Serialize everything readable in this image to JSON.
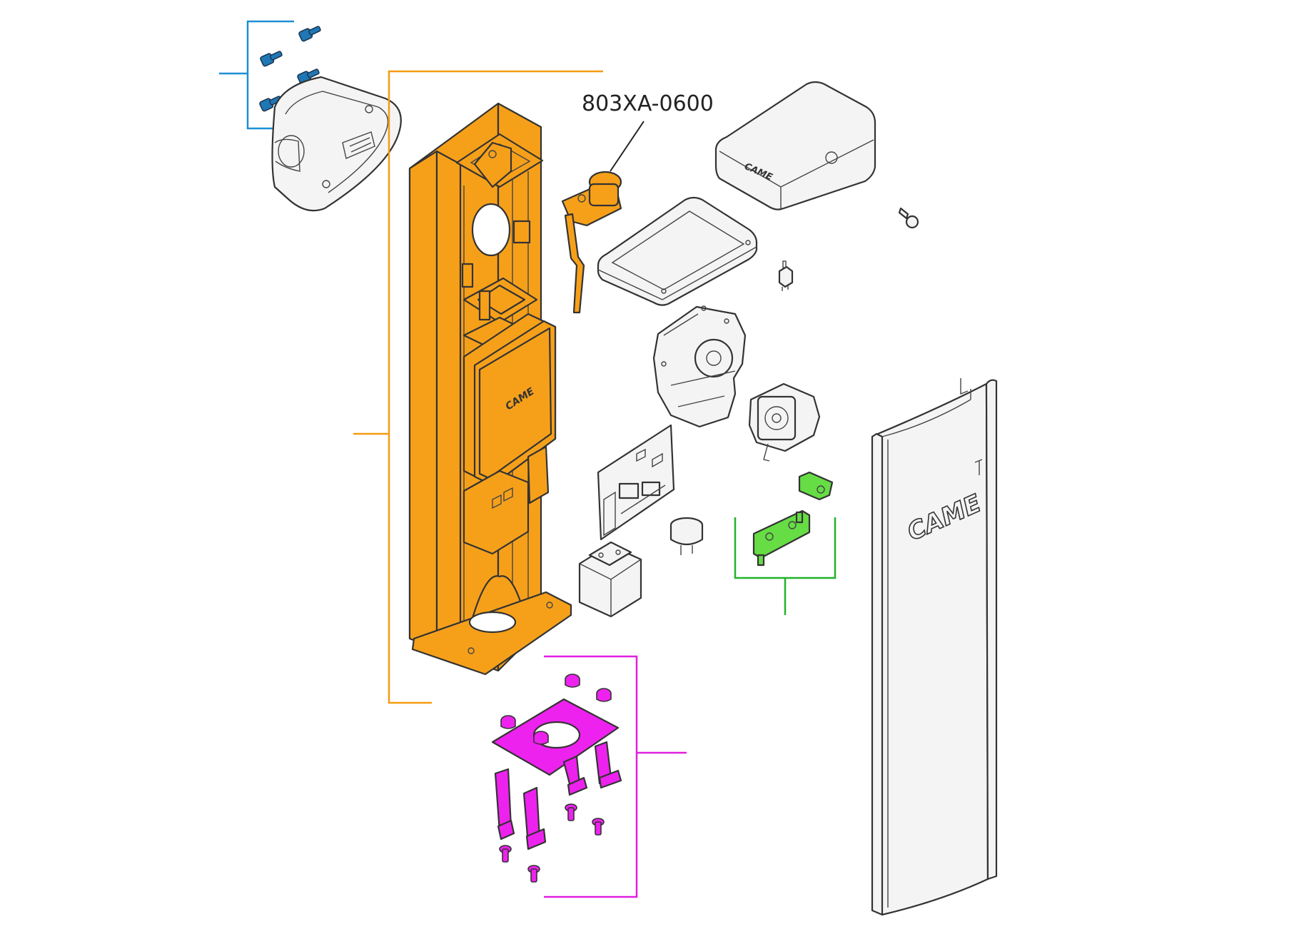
{
  "diagram": {
    "part_number_label": "803XA-0600",
    "brand_marks": {
      "cabinet_plate": "CAME",
      "cover_box": "CAME",
      "front_panel": "CAME"
    },
    "group_colors": {
      "screws_group": "#1e8fd6",
      "upright_group": "#f39c12",
      "release_group": "#22b32b",
      "base_plate_group": "#e020e0"
    },
    "part_fills": {
      "upright_body": "#f6a01a",
      "release_parts": "#66dd44",
      "base_plate_parts": "#ee22ee",
      "screws": "#1f77b4"
    }
  }
}
